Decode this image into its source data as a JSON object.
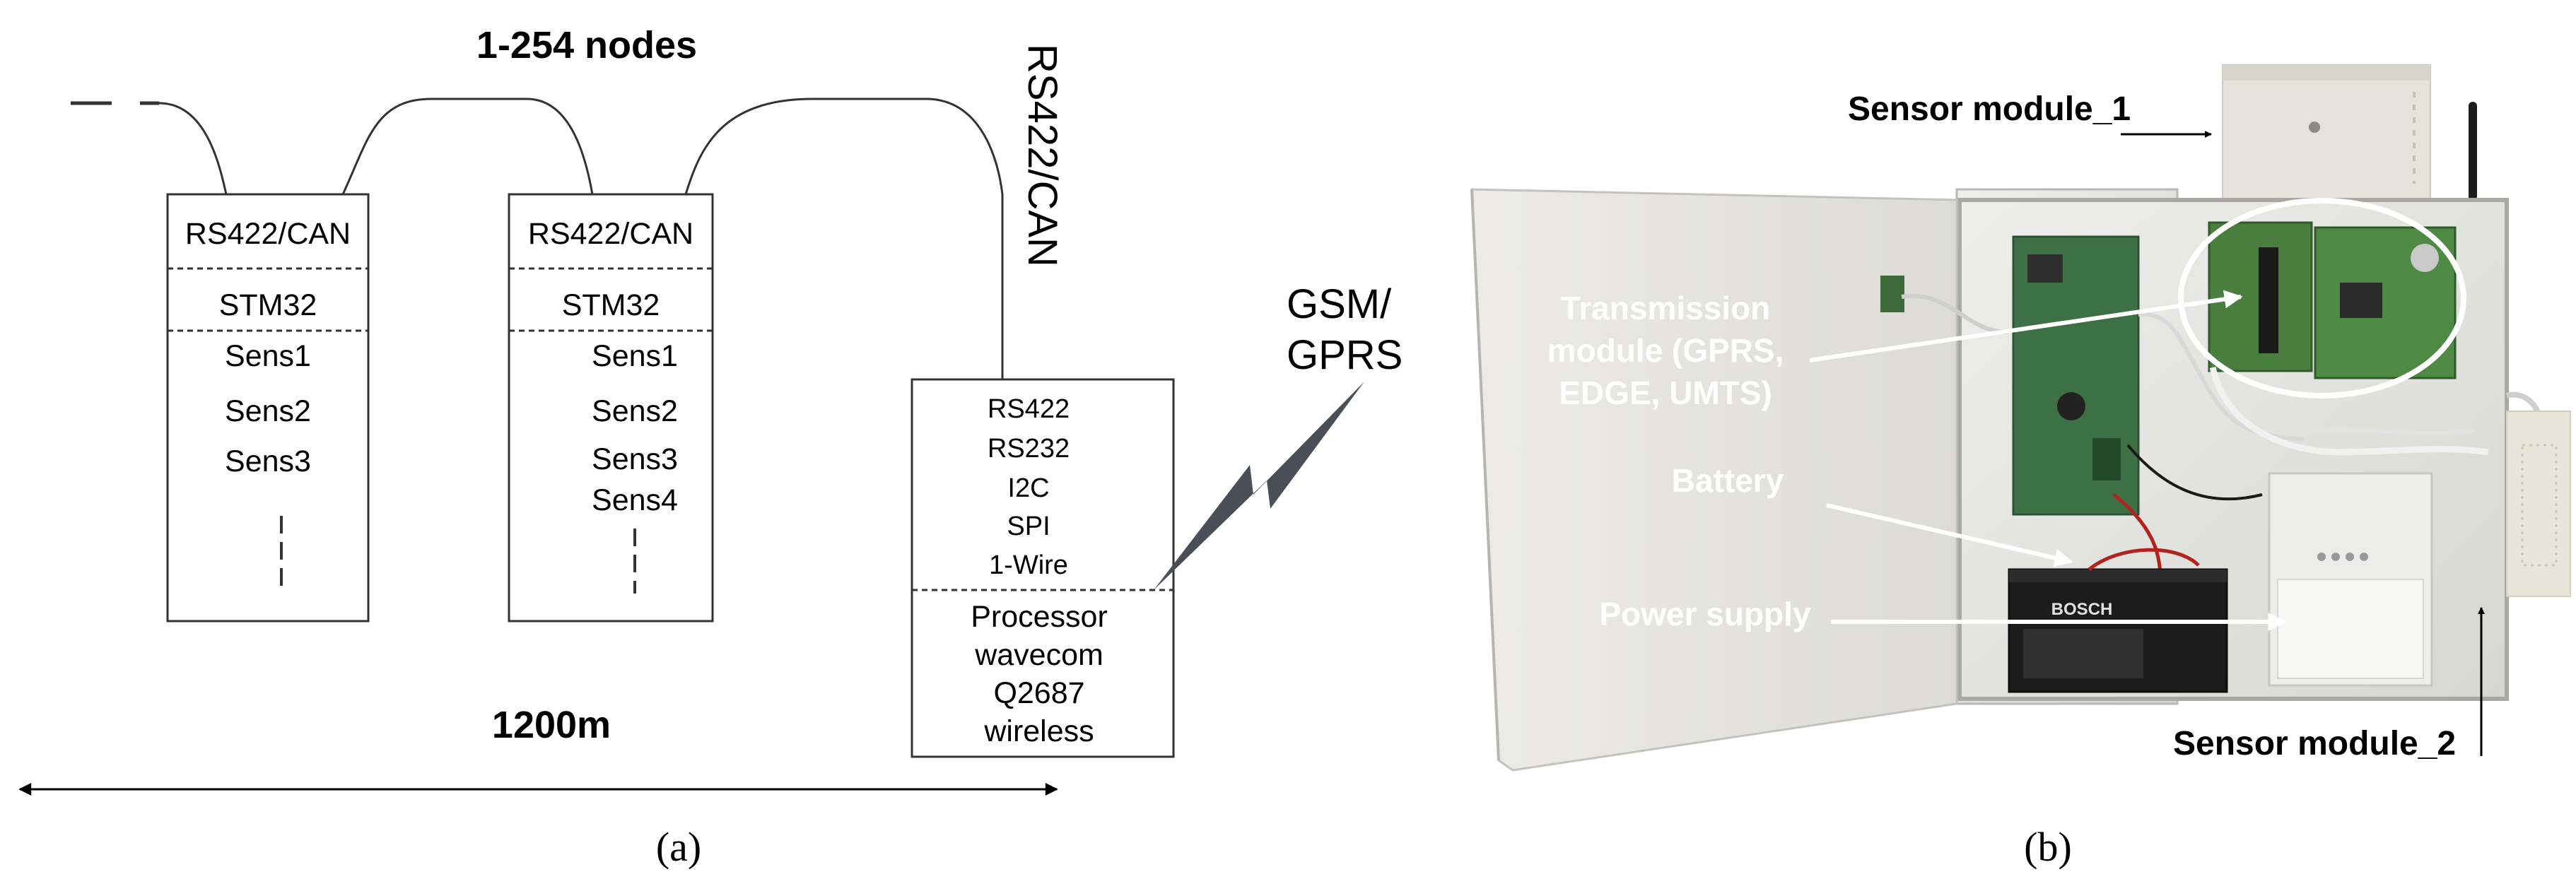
{
  "panel_a": {
    "title": "1-254 nodes",
    "bus_label": "RS422/CAN",
    "distance": "1200m",
    "caption": "(a)",
    "node1": {
      "bus": "RS422/CAN",
      "mcu": "STM32",
      "sensors": [
        "Sens1",
        "Sens2",
        "Sens3"
      ]
    },
    "node2": {
      "bus": "RS422/CAN",
      "mcu": "STM32",
      "sensors": [
        "Sens1",
        "Sens2",
        "Sens3",
        "Sens4"
      ]
    },
    "gateway": {
      "interfaces": [
        "RS422",
        "RS232",
        "I2C",
        "SPI",
        "1-Wire"
      ],
      "processor": [
        "Processor",
        "wavecom",
        "Q2687",
        "wireless"
      ]
    },
    "wireless_label": [
      "GSM/",
      "GPRS"
    ]
  },
  "panel_b": {
    "caption": "(b)",
    "labels": {
      "sensor_module_1": "Sensor module_1",
      "transmission": [
        "Transmission",
        "module (GPRS,",
        "EDGE, UMTS)"
      ],
      "battery": "Battery",
      "power_supply": "Power supply",
      "sensor_module_2": "Sensor module_2"
    },
    "battery_brand": "BOSCH"
  }
}
